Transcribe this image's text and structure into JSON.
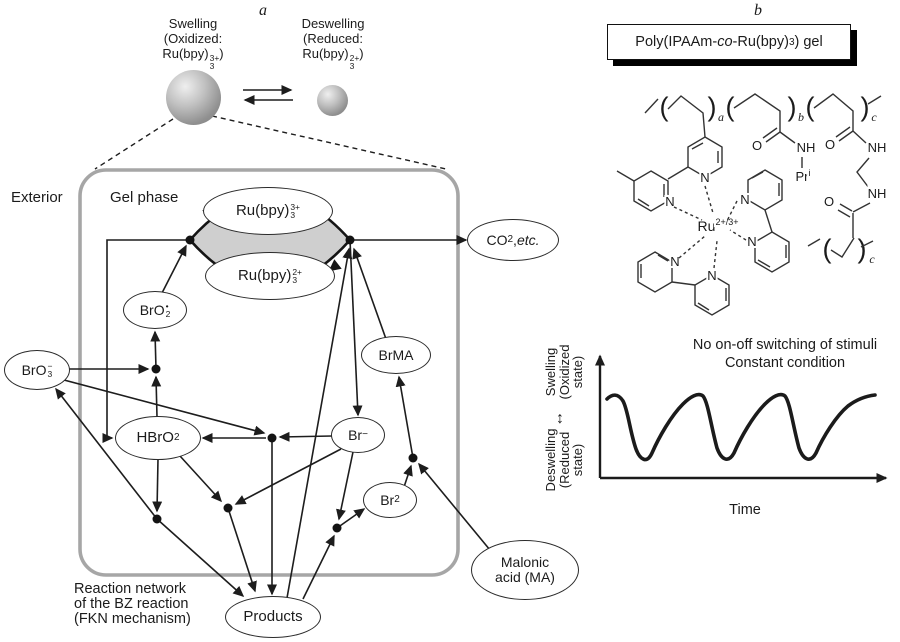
{
  "figure": {
    "panel_a_label": "a",
    "panel_b_label": "b"
  },
  "panel_a": {
    "swelling": {
      "l1": "Swelling",
      "l2": "(Oxidized:",
      "base": "Ru(bpy)",
      "sup": "3+",
      "sub": "3",
      "tail": ")"
    },
    "deswelling": {
      "l1": "Deswelling",
      "l2": "(Reduced:",
      "base": "Ru(bpy)",
      "sup": "2+",
      "sub": "3",
      "tail": ")"
    },
    "exterior": "Exterior",
    "gel_phase": "Gel phase",
    "caption": {
      "l1": "Reaction network",
      "l2": "of the BZ reaction",
      "l3": "(FKN mechanism)"
    },
    "nodes": {
      "ru3": {
        "base": "Ru(bpy)",
        "sup": "3+",
        "sub": "3"
      },
      "ru2": {
        "base": "Ru(bpy)",
        "sup": "2+",
        "sub": "3"
      },
      "bro2_radical": {
        "base": "BrO",
        "sup": "•",
        "sub": "2"
      },
      "bro3": {
        "base": "BrO",
        "sup": "−",
        "sub": "3"
      },
      "hbro2": {
        "base": "HBrO",
        "sub": "2"
      },
      "br_minus": {
        "base": "Br",
        "sup": "−"
      },
      "brma": {
        "label": "BrMA"
      },
      "br2": {
        "base": "Br",
        "sub": "2"
      },
      "products": {
        "label": "Products"
      },
      "malonic": {
        "l1": "Malonic",
        "l2": "acid (MA)"
      },
      "co2": {
        "base": "CO",
        "sub": "2",
        "sep": ", ",
        "etc": "etc."
      }
    }
  },
  "panel_b": {
    "title": {
      "p1": "Poly(IPAAm-",
      "p2": "co",
      "p3": "-Ru(bpy)",
      "sub": "3",
      "p4": ") gel"
    },
    "structure": {
      "n": "N",
      "o": "O",
      "nh": "NH",
      "pr": "Pr",
      "pr_sup": "i",
      "ru": "Ru",
      "ru_sup": "2+/3+",
      "a": "a",
      "b": "b",
      "c": "c",
      "po": "(",
      "pc": ")"
    },
    "graph": {
      "title1": "No on-off switching of stimuli",
      "title2": "Constant condition",
      "xlabel": "Time",
      "y_top": {
        "l1": "Swelling",
        "l2": "(Oxidized",
        "l3": "state)"
      },
      "y_bottom": {
        "l1": "Deswelling",
        "l2": "(Reduced",
        "l3": "state)"
      },
      "y_arrow": "↕"
    }
  }
}
